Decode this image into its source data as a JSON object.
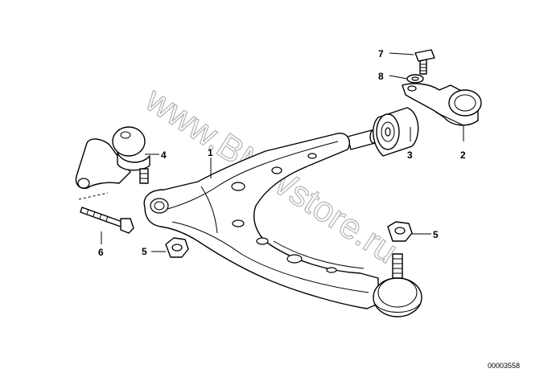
{
  "watermark": "www.BMWstore.ru",
  "document_number": "00003558",
  "callouts": [
    {
      "id": "c1",
      "label": "1"
    },
    {
      "id": "c2",
      "label": "2"
    },
    {
      "id": "c3",
      "label": "3"
    },
    {
      "id": "c4",
      "label": "4"
    },
    {
      "id": "c5a",
      "label": "5"
    },
    {
      "id": "c5b",
      "label": "5"
    },
    {
      "id": "c6",
      "label": "6"
    },
    {
      "id": "c7",
      "label": "7"
    },
    {
      "id": "c8",
      "label": "8"
    }
  ]
}
